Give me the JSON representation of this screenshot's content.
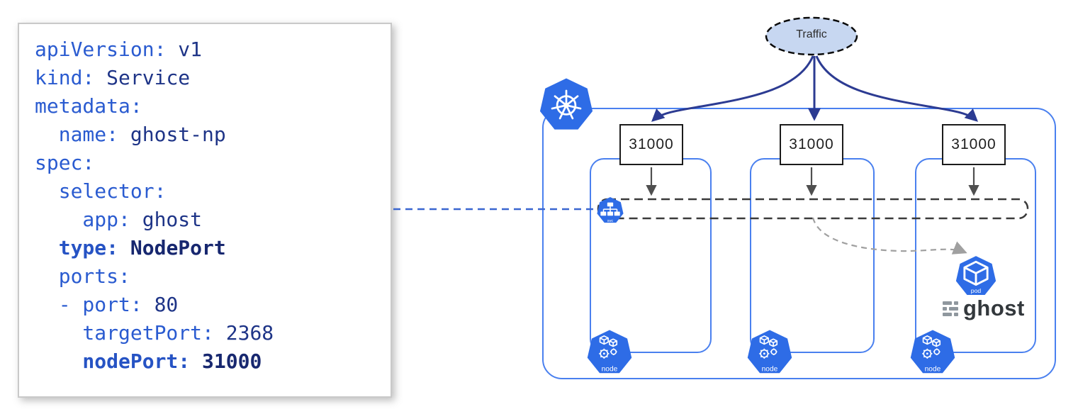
{
  "yaml": {
    "lines": [
      {
        "key": "apiVersion:",
        "value": " v1"
      },
      {
        "key": "kind:",
        "value": " Service"
      },
      {
        "key": "metadata:",
        "value": ""
      },
      {
        "key": "  name:",
        "value": " ghost-np"
      },
      {
        "key": "spec:",
        "value": ""
      },
      {
        "key": "  selector:",
        "value": ""
      },
      {
        "key": "    app:",
        "value": " ghost"
      },
      {
        "key": "  type:",
        "value": " NodePort",
        "bold": true
      },
      {
        "key": "  ports:",
        "value": ""
      },
      {
        "key": "  - port:",
        "value": " 80"
      },
      {
        "key": "    targetPort:",
        "value": " 2368"
      },
      {
        "key": "    nodePort:",
        "value": " 31000",
        "bold": true
      }
    ]
  },
  "diagram": {
    "traffic_label": "Traffic",
    "ports": [
      "31000",
      "31000",
      "31000"
    ],
    "service_badge": "svc",
    "pod_badge": "pod",
    "node_badge": "node",
    "app_label": "ghost",
    "colors": {
      "kubernetes_blue": "#2e6ce6",
      "box_border_blue": "#4a80ef",
      "arrow_navy": "#2c3b92",
      "arrow_gray": "#4f4f4f",
      "dashed_band": "#3a3a3a",
      "dashed_connector_blue": "#3a66d0",
      "dashed_pod_arrow_gray": "#a0a0a0",
      "traffic_fill": "#c7d7f1",
      "yaml_key": "#2a5bd0",
      "yaml_value": "#1e3487"
    }
  }
}
